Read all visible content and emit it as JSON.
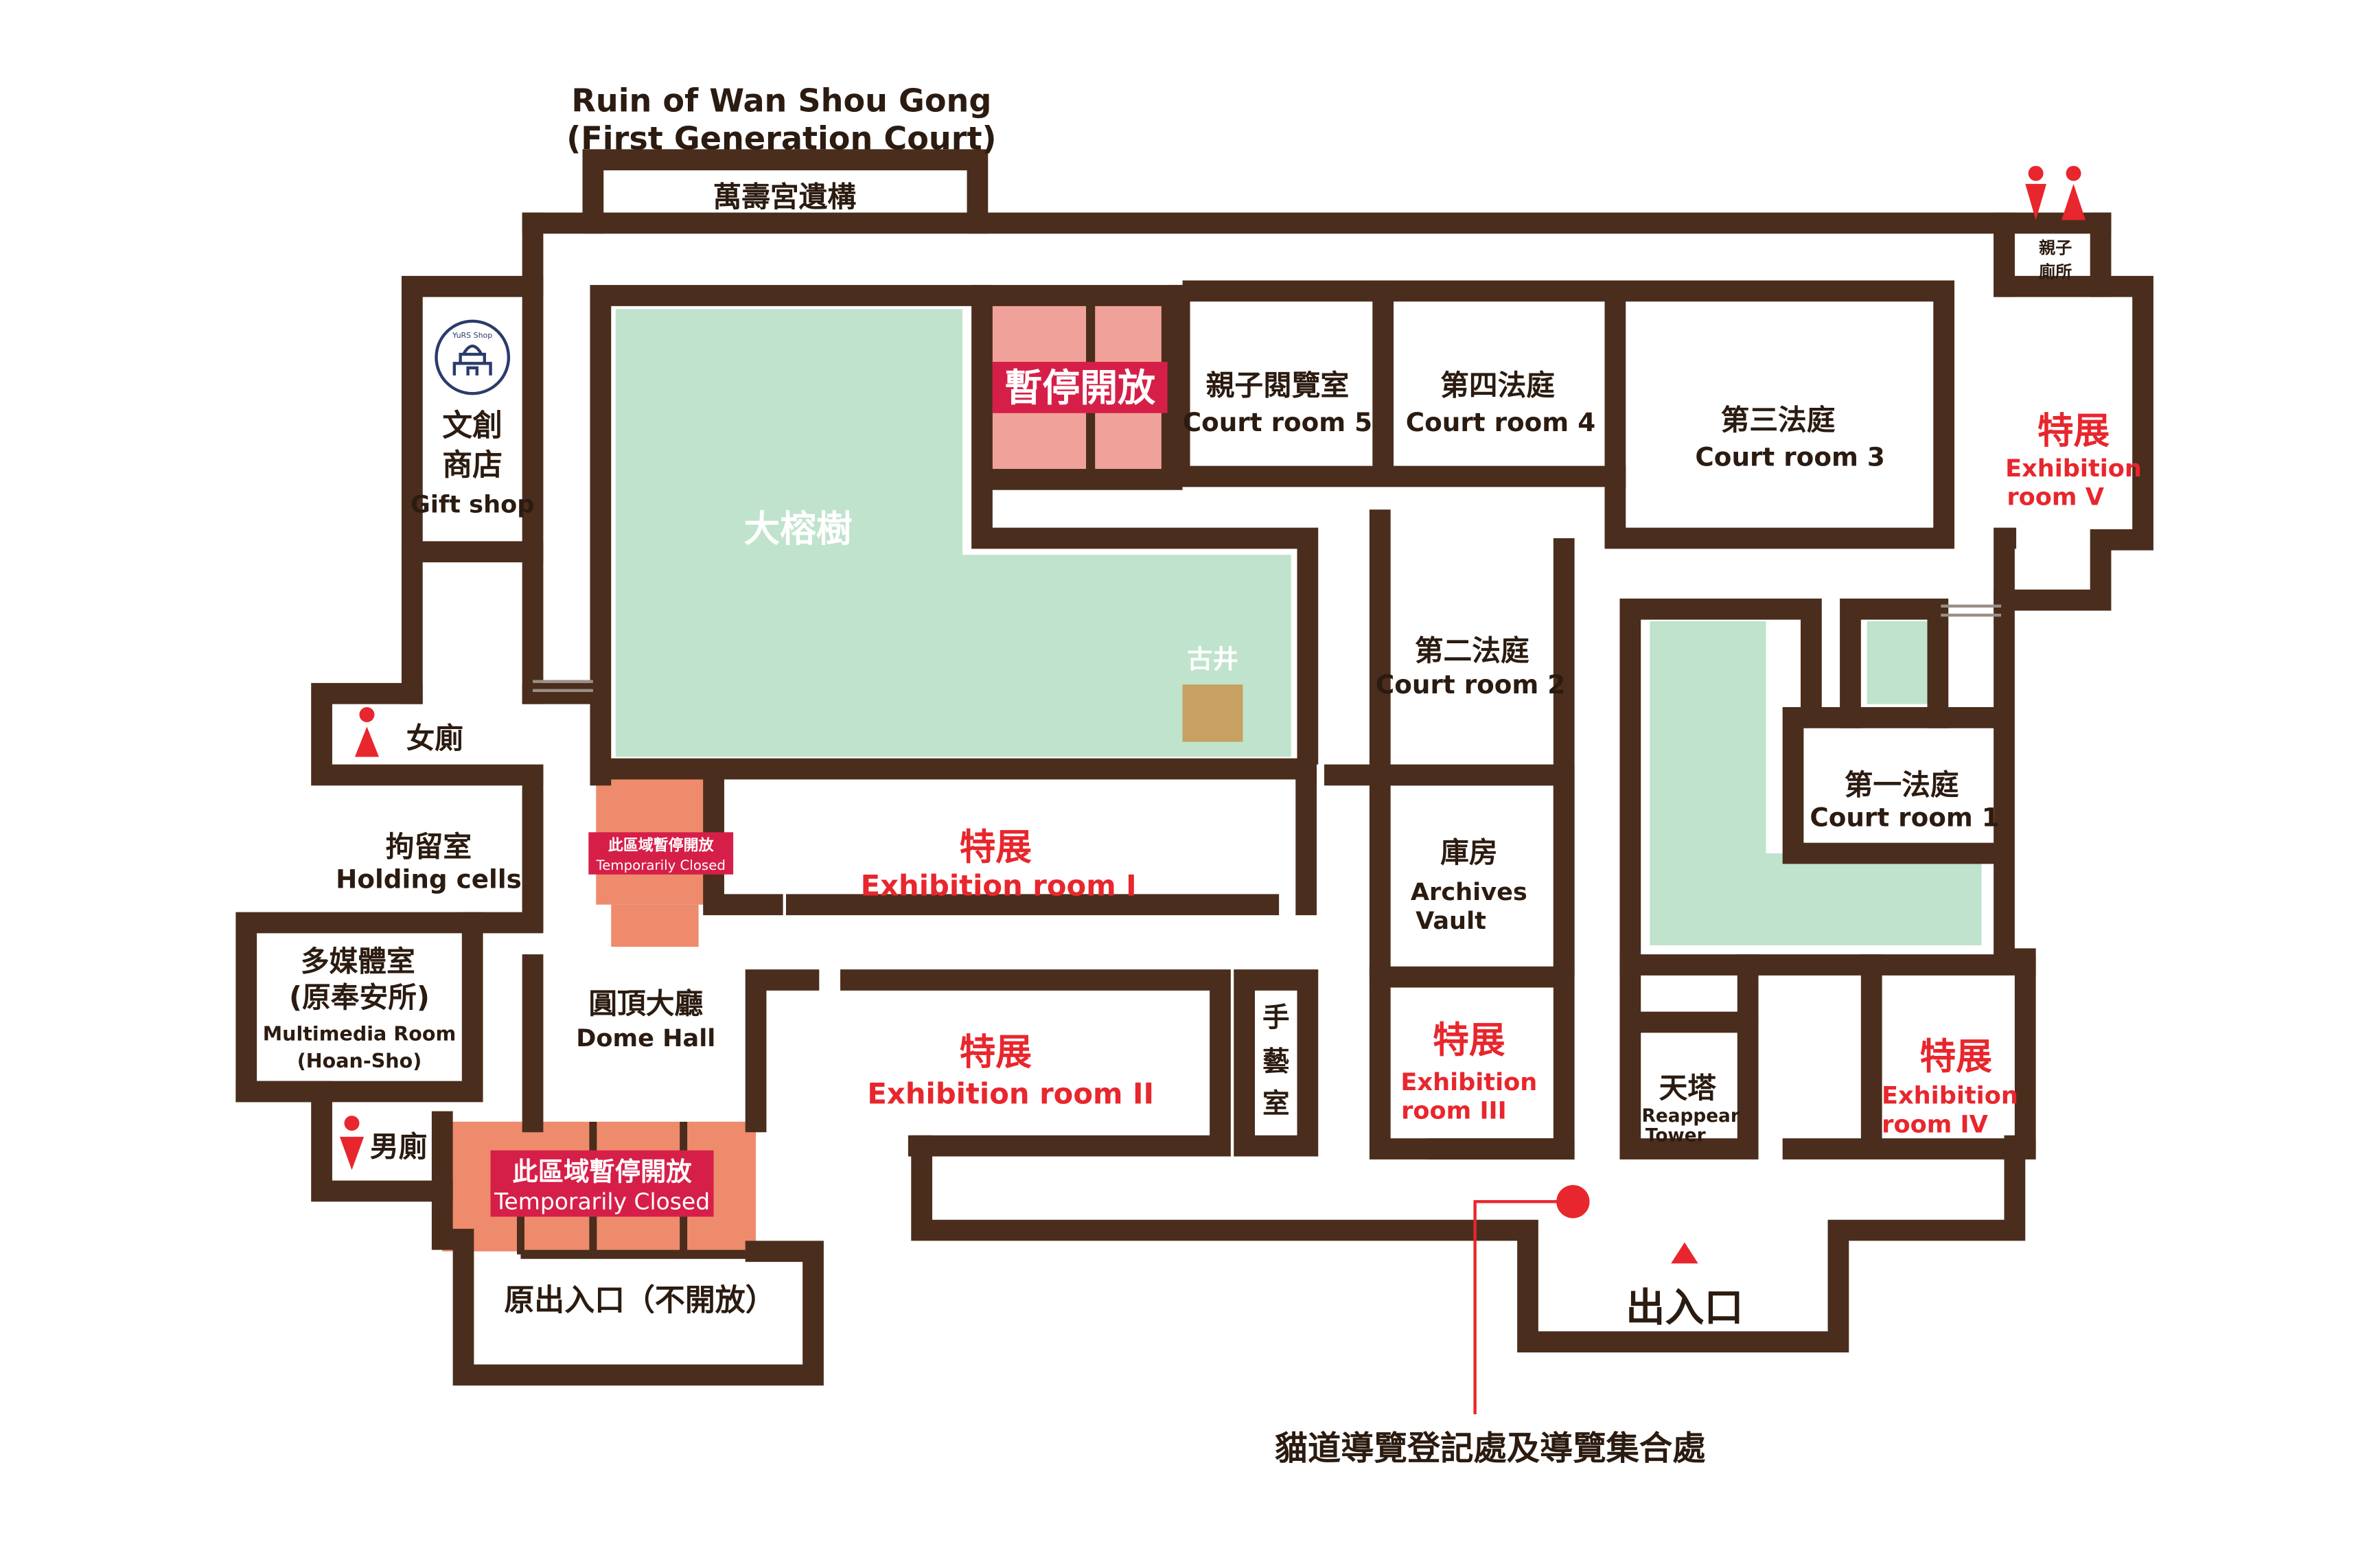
{
  "title": {
    "line1": "Ruin of Wan Shou Gong",
    "line2": "(First Generation Court)"
  },
  "colors": {
    "wall": "#4a2d1c",
    "courtyard_green": "#bfe3cc",
    "closed_pink": "#f0a29a",
    "closed_orange": "#ee8b6d",
    "accent_red": "#e8262d",
    "badge_red": "#d61f48",
    "well": "#c8a062"
  },
  "rooms": {
    "wanshougong": "萬壽宮遺構",
    "gift_shop": {
      "zh1": "文創",
      "zh2": "商店",
      "en": "Gift shop",
      "logo_text": "YuRS Shop"
    },
    "womens_restroom": "女廁",
    "mens_restroom": "男廁",
    "family_restroom": {
      "zh1": "親子",
      "zh2": "廁所"
    },
    "banyan": "大榕樹",
    "old_well": "古井",
    "paused": "暫停開放",
    "court5": {
      "zh": "親子閱覽室",
      "en": "Court room 5"
    },
    "court4": {
      "zh": "第四法庭",
      "en": "Court room 4"
    },
    "court3": {
      "zh": "第三法庭",
      "en": "Court room 3"
    },
    "court2": {
      "zh": "第二法庭",
      "en": "Court room 2"
    },
    "court1": {
      "zh": "第一法庭",
      "en": "Court room 1"
    },
    "exh5": {
      "zh": "特展",
      "en1": "Exhibition",
      "en2": "room V"
    },
    "exh1": {
      "zh": "特展",
      "en": "Exhibition room I"
    },
    "exh2": {
      "zh": "特展",
      "en": "Exhibition room II"
    },
    "exh3": {
      "zh": "特展",
      "en1": "Exhibition",
      "en2": "room III"
    },
    "exh4": {
      "zh": "特展",
      "en1": "Exhibition",
      "en2": "room IV"
    },
    "holding": {
      "zh": "拘留室",
      "en": "Holding cells"
    },
    "multimedia": {
      "zh1": "多媒體室",
      "zh2": "(原奉安所)",
      "en1": "Multimedia Room",
      "en2": "(Hoan-Sho)"
    },
    "dome": {
      "zh": "圓頂大廳",
      "en": "Dome Hall"
    },
    "crafts": {
      "c1": "手",
      "c2": "藝",
      "c3": "室"
    },
    "archives": {
      "zh": "庫房",
      "en1": "Archives",
      "en2": "Vault"
    },
    "tower": {
      "zh": "天塔",
      "en1": "Reappear",
      "en2": "Tower"
    },
    "closed_small": {
      "zh": "此區域暫停開放",
      "en": "Temporarily Closed"
    },
    "closed_big": {
      "zh": "此區域暫停開放",
      "en": "Temporarily Closed"
    },
    "old_entrance": "原出入口（不開放）",
    "entrance": "出入口"
  },
  "meeting_point": "貓道導覽登記處及導覽集合處"
}
